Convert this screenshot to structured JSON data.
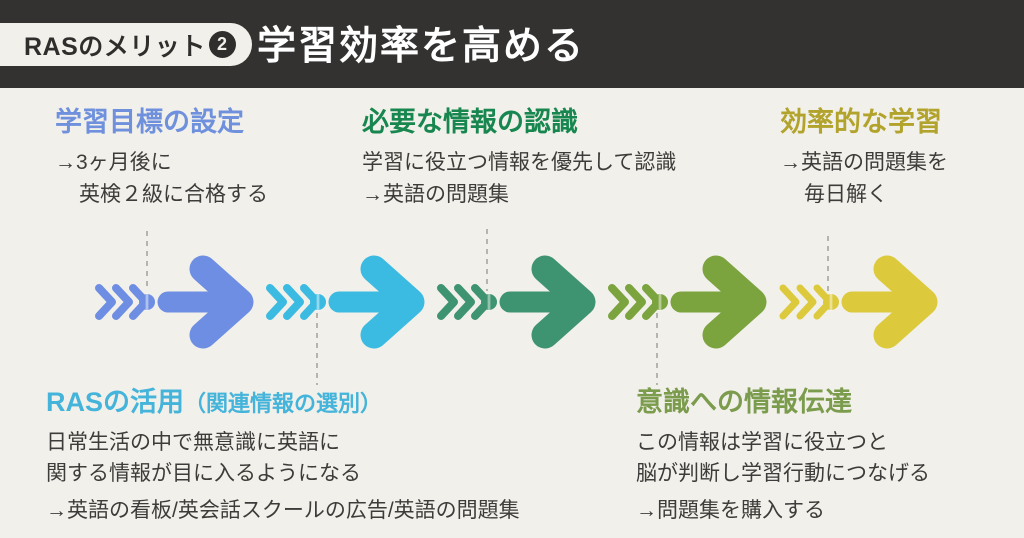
{
  "header": {
    "badge_label": "RASのメリット",
    "badge_number": "2",
    "title": "学習効率を高める"
  },
  "steps": {
    "goal": {
      "title": "学習目標の設定",
      "color": "#6e90dd",
      "lines": [
        "→3ヶ月後に",
        "英検２級に合格する"
      ]
    },
    "ras": {
      "title": "RASの活用",
      "subtitle": "（関連情報の選別）",
      "color": "#45b4da",
      "lines": [
        "日常生活の中で無意識に英語に",
        "関する情報が目に入るようになる",
        "→英語の看板/英会話スクールの広告/英語の問題集"
      ]
    },
    "recognition": {
      "title": "必要な情報の認識",
      "color": "#17864f",
      "lines": [
        "学習に役立つ情報を優先して認識",
        "→英語の問題集"
      ]
    },
    "transmission": {
      "title": "意識への情報伝達",
      "color": "#7b9b4d",
      "lines": [
        "この情報は学習に役立つと",
        "脳が判断し学習行動につなげる",
        "→問題集を購入する"
      ]
    },
    "efficient": {
      "title": "効率的な学習",
      "color": "#b1a32b",
      "lines": [
        "→英語の問題集を",
        "毎日解く"
      ]
    }
  },
  "arrows": [
    {
      "name": "step-arrow-1",
      "color": "#6d8ee2"
    },
    {
      "name": "step-arrow-2",
      "color": "#3bbae2"
    },
    {
      "name": "step-arrow-3",
      "color": "#3e9370"
    },
    {
      "name": "step-arrow-4",
      "color": "#7ba33e"
    },
    {
      "name": "step-arrow-5",
      "color": "#dcc93c"
    }
  ],
  "colors": {
    "header_bg": "#333230",
    "badge_bg": "#f2f0ea",
    "page_bg": "#f2f0ea",
    "body_text": "#3d3c3a",
    "connector": "#b6b4ac"
  }
}
